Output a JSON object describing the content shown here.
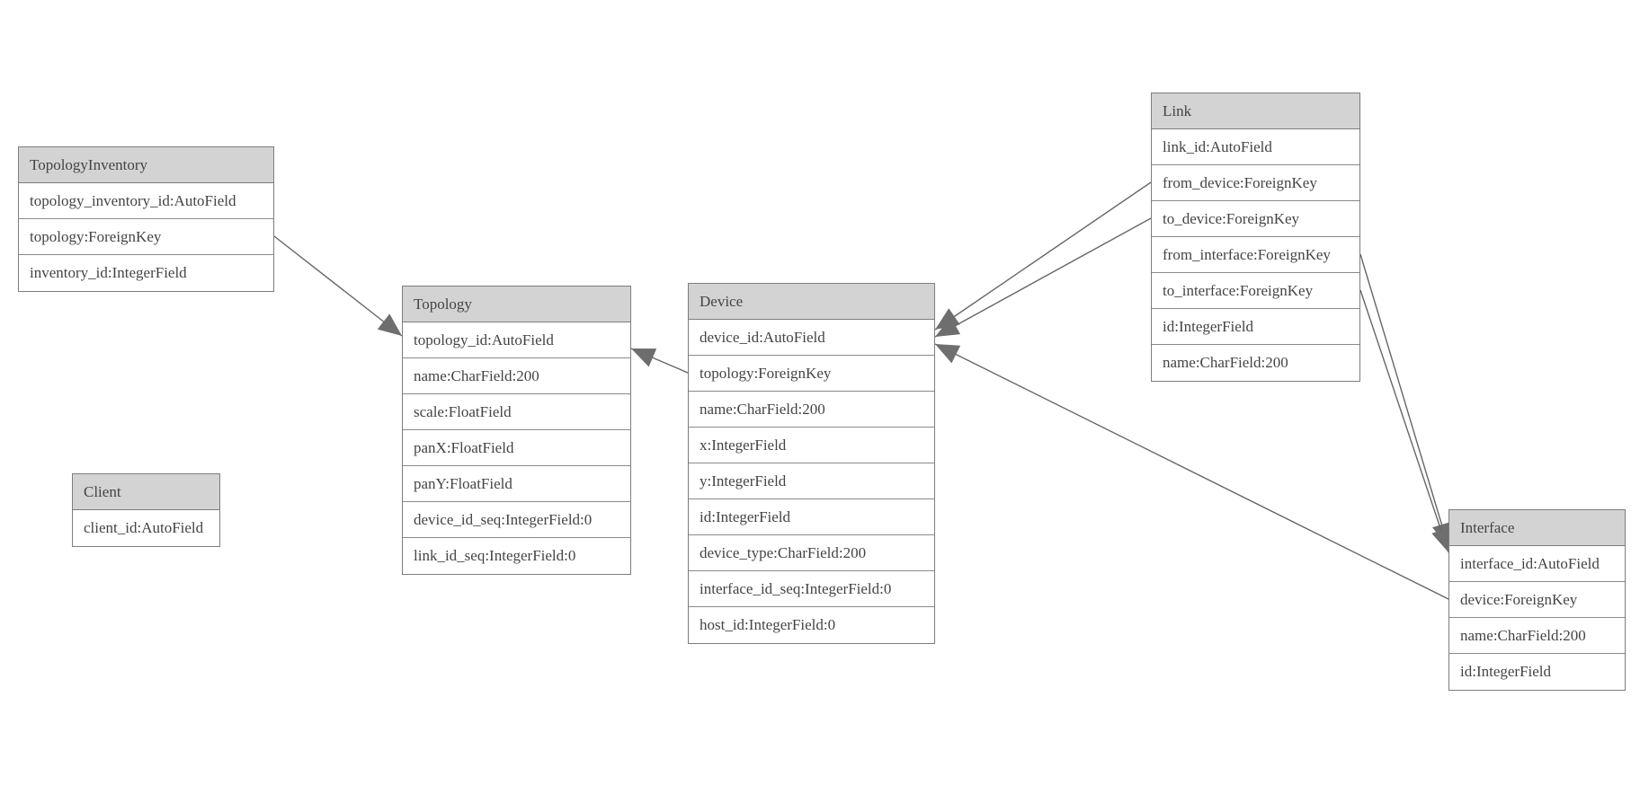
{
  "diagram": {
    "entities": [
      {
        "name": "TopologyInventory",
        "fields": [
          "topology_inventory_id:AutoField",
          "topology:ForeignKey",
          "inventory_id:IntegerField"
        ]
      },
      {
        "name": "Topology",
        "fields": [
          "topology_id:AutoField",
          "name:CharField:200",
          "scale:FloatField",
          "panX:FloatField",
          "panY:FloatField",
          "device_id_seq:IntegerField:0",
          "link_id_seq:IntegerField:0"
        ]
      },
      {
        "name": "Client",
        "fields": [
          "client_id:AutoField"
        ]
      },
      {
        "name": "Device",
        "fields": [
          "device_id:AutoField",
          "topology:ForeignKey",
          "name:CharField:200",
          "x:IntegerField",
          "y:IntegerField",
          "id:IntegerField",
          "device_type:CharField:200",
          "interface_id_seq:IntegerField:0",
          "host_id:IntegerField:0"
        ]
      },
      {
        "name": "Link",
        "fields": [
          "link_id:AutoField",
          "from_device:ForeignKey",
          "to_device:ForeignKey",
          "from_interface:ForeignKey",
          "to_interface:ForeignKey",
          "id:IntegerField",
          "name:CharField:200"
        ]
      },
      {
        "name": "Interface",
        "fields": [
          "interface_id:AutoField",
          "device:ForeignKey",
          "name:CharField:200",
          "id:IntegerField"
        ]
      }
    ],
    "edges": [
      {
        "from": "TopologyInventory.topology",
        "to": "Topology.topology_id"
      },
      {
        "from": "Device.topology",
        "to": "Topology.topology_id"
      },
      {
        "from": "Link.from_device",
        "to": "Device.device_id"
      },
      {
        "from": "Link.to_device",
        "to": "Device.device_id"
      },
      {
        "from": "Link.from_interface",
        "to": "Interface.interface_id"
      },
      {
        "from": "Link.to_interface",
        "to": "Interface.interface_id"
      },
      {
        "from": "Interface.device",
        "to": "Device.device_id"
      }
    ],
    "colors": {
      "header_bg": "#d3d3d3",
      "border": "#7d7d7d",
      "edge_line": "#666666",
      "arrowhead": "#6e6e6e",
      "text": "#444444",
      "background": "#ffffff"
    }
  }
}
